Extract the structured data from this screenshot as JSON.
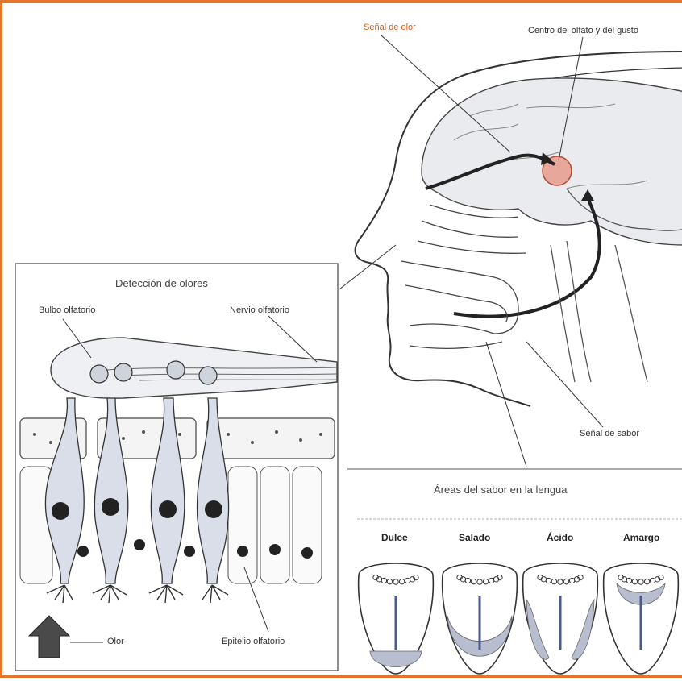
{
  "head_labels": {
    "smell_signal": "Señal de olor",
    "center": "Centro del olfato y del gusto",
    "taste_signal": "Señal de sabor"
  },
  "olfactory_panel": {
    "title": "Detección de olores",
    "bulb": "Bulbo olfatorio",
    "nerve": "Nervio olfatorio",
    "epithelium": "Epitelio olfatorio",
    "odor": "Olor"
  },
  "tongue_panel": {
    "title": "Áreas del sabor en la lengua",
    "tongues": [
      {
        "label": "Dulce"
      },
      {
        "label": "Salado"
      },
      {
        "label": "Ácido"
      },
      {
        "label": "Amargo"
      }
    ]
  },
  "colors": {
    "frame": "#e8742a",
    "accent_label": "#d1601a",
    "cell_fill": "#d9dee9",
    "taste_zone": "#b8bdd0",
    "ink": "#333333"
  }
}
